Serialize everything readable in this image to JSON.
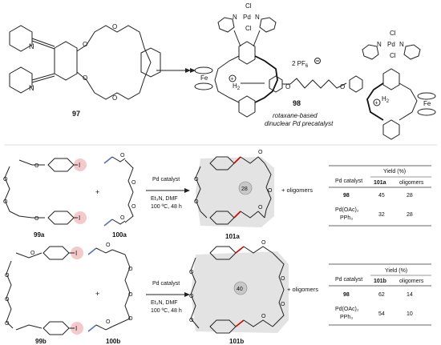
{
  "top_scheme": {
    "cmpd_97": "97",
    "cmpd_98": "98",
    "caption_line1": "rotaxane-based",
    "caption_line2": "dinuclear Pd precatalyst",
    "counterion": "2 PF",
    "counterion_sub": "6",
    "fe": "Fe",
    "pd": "Pd",
    "cl": "Cl",
    "n": "N",
    "h2": "H",
    "h2_sub": "2",
    "plus": "+"
  },
  "scheme_a": {
    "reactant1": "99a",
    "reactant2": "100a",
    "product": "101a",
    "ring_size": "28",
    "conditions": [
      "Pd catalyst",
      "Et₃N, DMF",
      "100 ºC, 48 h"
    ],
    "plus_sign": "+",
    "oligomers": "+ oligomers",
    "iodo": "I",
    "table": {
      "header_col1": "Pd catalyst",
      "header_yield": "Yield (%)",
      "sub_headers": [
        "101a",
        "oligomers"
      ],
      "rows": [
        {
          "catalyst": "98",
          "product": "45",
          "oligomers": "28"
        },
        {
          "catalyst": "Pd(OAc)₂",
          "catalyst_line2": "PPh₃",
          "product": "32",
          "oligomers": "28"
        }
      ]
    }
  },
  "scheme_b": {
    "reactant1": "99b",
    "reactant2": "100b",
    "product": "101b",
    "ring_size": "40",
    "conditions": [
      "Pd catalyst",
      "Et₃N, DMF",
      "100 ºC, 48 h"
    ],
    "plus_sign": "+",
    "oligomers": "+ oligomers",
    "iodo": "I",
    "table": {
      "header_col1": "Pd catalyst",
      "header_yield": "Yield (%)",
      "sub_headers": [
        "101b",
        "oligomers"
      ],
      "rows": [
        {
          "catalyst": "98",
          "product": "62",
          "oligomers": "14"
        },
        {
          "catalyst": "Pd(OAc)₂",
          "catalyst_line2": "PPh₃",
          "product": "54",
          "oligomers": "10"
        }
      ]
    }
  },
  "atom_labels": {
    "o": "O"
  },
  "colors": {
    "red_bond": "#d00000",
    "blue_bond": "#5b6fb5",
    "iodo_highlight": "#f4c9cc",
    "ring_fill": "#e3e3e3"
  }
}
